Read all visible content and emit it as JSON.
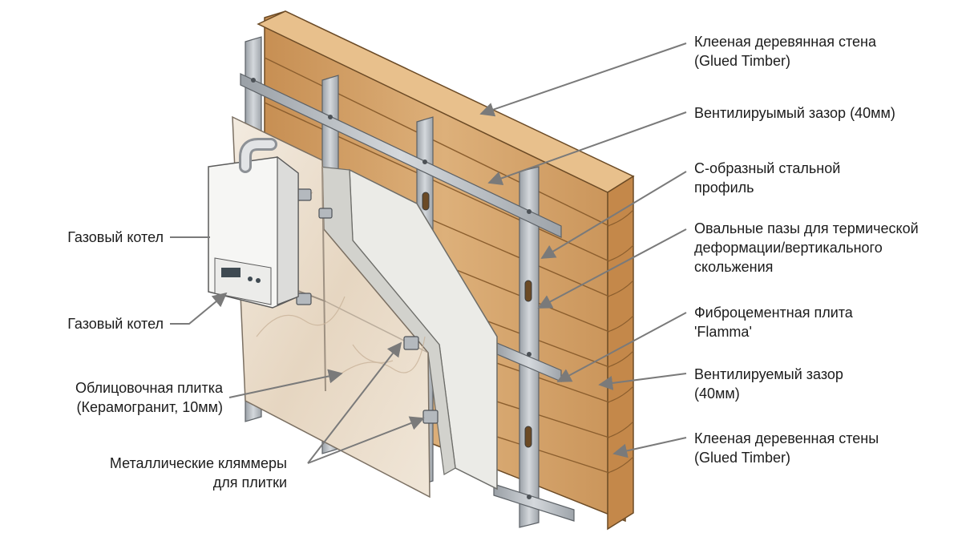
{
  "labels": {
    "glued_timber_top": {
      "line1": "Клееная деревянная стена",
      "line2": "(Glued Timber)"
    },
    "vent_gap_top": {
      "line1": "Вентилируымый зазор (40мм)"
    },
    "c_profile": {
      "line1": "С-образный стальной",
      "line2": "профиль"
    },
    "oval_slots": {
      "line1": "Овальные пазы для термической",
      "line2": "деформации/вертикального",
      "line3": "скольжения"
    },
    "fiber_cement": {
      "line1": "Фиброцементная плита",
      "line2": "'Flamma'"
    },
    "vent_gap_bottom": {
      "line1": "Вентилируемый зазор",
      "line2": "(40мм)"
    },
    "glued_timber_bottom": {
      "line1": "Клееная деревенная стены",
      "line2": "(Glued Timber)"
    },
    "gas_boiler_1": {
      "line1": "Газовый котел"
    },
    "gas_boiler_2": {
      "line1": "Газовый котел"
    },
    "facing_tile": {
      "line1": "Облицовочная плитка",
      "line2": "(Керамогранит, 10мм)"
    },
    "metal_clamps": {
      "line1": "Металлические кляммеры",
      "line2": "для плитки"
    }
  },
  "colors": {
    "timber": "#d9a86a",
    "timber_dark": "#b98448",
    "steel": "#b9bec4",
    "fiber_cement": "#e9e9e6",
    "ceramic_tile": "#eee2d2",
    "boiler": "#f4f4f2",
    "leader_line": "#7a7a7a"
  },
  "icons": [
    "boiler-icon",
    "flue-pipe-icon",
    "clamp-icon",
    "oval-slot-icon",
    "leader-arrow-icon"
  ]
}
